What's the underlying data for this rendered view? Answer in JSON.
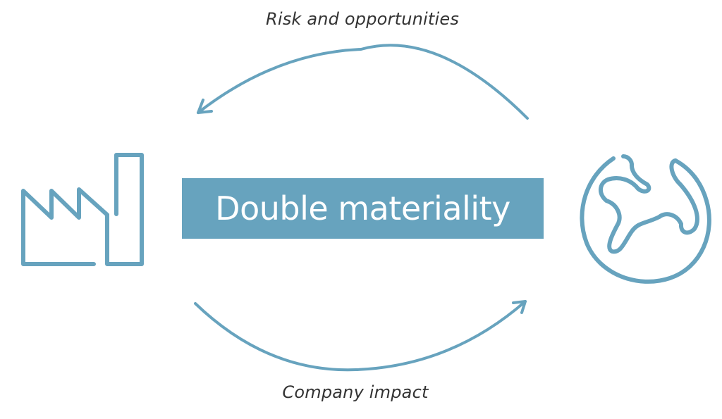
{
  "diagram": {
    "title": "Double materiality",
    "top_arrow_label": "Risk and opportunities",
    "bottom_arrow_label": "Company impact",
    "left_node": {
      "icon": "factory-icon"
    },
    "right_node": {
      "icon": "globe-icon"
    },
    "arrows": [
      {
        "from": "globe",
        "to": "factory",
        "label": "Risk and opportunities",
        "direction": "right-to-left",
        "position": "top"
      },
      {
        "from": "factory",
        "to": "globe",
        "label": "Company impact",
        "direction": "left-to-right",
        "position": "bottom"
      }
    ]
  },
  "colors": {
    "accent": "#67a3be",
    "text": "#333333",
    "title_text": "#ffffff",
    "background": "#ffffff"
  }
}
